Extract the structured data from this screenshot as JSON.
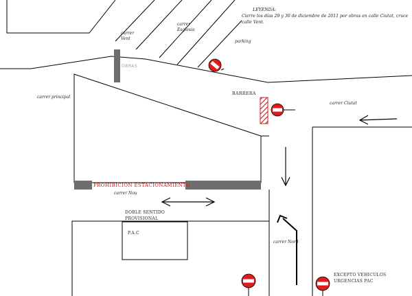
{
  "legend": {
    "title": "LEYENDA:",
    "line1": "Cierre los días 29 y 30 de diciembre de 2011 por obras en calle Ciutat, cruce",
    "line2": "calle Vent."
  },
  "streets": {
    "vent_line1": "carrer",
    "vent_line2": "Vent",
    "esglesia_line1": "carrer",
    "esglesia_line2": "Esglesia",
    "parking": "parking",
    "principal": "carrer principal",
    "ciutat": "carrer Ciutat",
    "nou": "carrer Nou",
    "nord": "carrer Nord"
  },
  "labels": {
    "obras": "OBRAS",
    "barrera": "BARRERA",
    "prohibicion": "PROHIBICION ESTACIONAMIENTO",
    "doble_line1": "DOBLE SENTIDO",
    "doble_line2": "PROVISIONAL",
    "pac": "P.A.C",
    "excepto_line1": "EXCEPTO VEHICULOS",
    "excepto_line2": "URGENCIAS PAC"
  },
  "colors": {
    "sign_red": "#e01b1b",
    "hatch_red": "#d01818",
    "works_gray": "#6e6e6e",
    "road_line": "#000000"
  },
  "icons": {
    "no_entry": "no-entry-sign-icon",
    "barrier": "barrier-icon",
    "arrow": "arrow-icon"
  }
}
